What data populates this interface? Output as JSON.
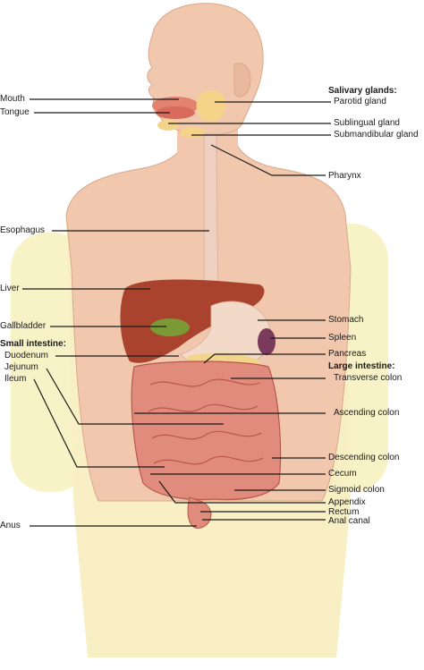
{
  "labels": {
    "mouth": "Mouth",
    "tongue": "Tongue",
    "salivary_glands": "Salivary glands:",
    "parotid_gland": "Parotid gland",
    "sublingual_gland": "Sublingual gland",
    "submandibular_gland": "Submandibular gland",
    "pharynx": "Pharynx",
    "esophagus": "Esophagus",
    "liver": "Liver",
    "gallbladder": "Gallbladder",
    "small_intestine": "Small intestine:",
    "duodenum": "Duodenum",
    "jejunum": "Jejunum",
    "ileum": "Ileum",
    "stomach": "Stomach",
    "spleen": "Spleen",
    "pancreas": "Pancreas",
    "large_intestine": "Large intestine:",
    "transverse_colon": "Transverse colon",
    "ascending_colon": "Ascending colon",
    "descending_colon": "Descending colon",
    "cecum": "Cecum",
    "sigmoid_colon": "Sigmoid colon",
    "appendix": "Appendix",
    "rectum": "Rectum",
    "anal_canal": "Anal canal",
    "anus": "Anus"
  },
  "colors": {
    "skin": "#f1c7ad",
    "skin_outline": "#d9a88b",
    "arm_highlight": "#f8f3c6",
    "liver": "#a9432e",
    "gallbladder": "#7b9a36",
    "stomach": "#f3d9c8",
    "spleen": "#7a3a5c",
    "pancreas": "#f2d58a",
    "intestine": "#e18b7c",
    "intestine_outline": "#b8574c",
    "esophagus": "#efcfc0",
    "gland": "#f5d48a",
    "mouth": "#e48270",
    "leader_line": "#1a1a1a"
  }
}
